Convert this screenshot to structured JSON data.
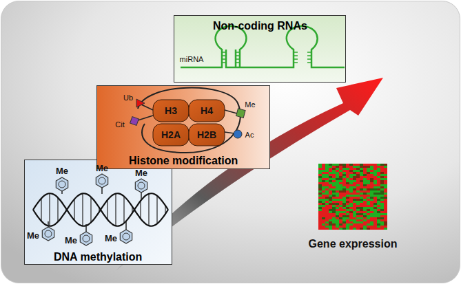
{
  "diagram": {
    "nodes": [
      {
        "text": [
          "DNA methylation"
        ]
      },
      {
        "text": [
          "Histone modification"
        ]
      },
      {
        "text": [
          "Non-coding RNAs"
        ]
      }
    ],
    "labels": [
      "Me",
      "Me",
      "Me",
      "Me",
      "Me",
      "Me",
      "Ub",
      "Cit",
      "H3",
      "H4",
      "H2A",
      "H2B",
      "Me",
      "Ac",
      "miRNA",
      "Gene expression"
    ]
  }
}
